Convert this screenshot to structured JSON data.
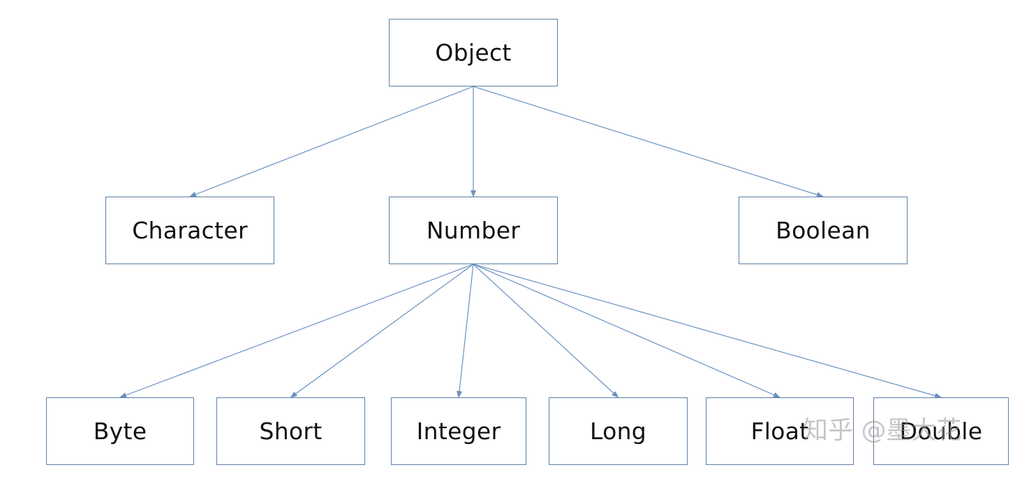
{
  "diagram": {
    "type": "class-hierarchy-tree",
    "line_color": "#6a90bd",
    "border_color": "#5b7fa6",
    "nodes": {
      "object": "Object",
      "character": "Character",
      "number": "Number",
      "boolean": "Boolean",
      "byte": "Byte",
      "short": "Short",
      "integer": "Integer",
      "long": "Long",
      "float": "Float",
      "double": "Double"
    },
    "edges": [
      [
        "object",
        "character"
      ],
      [
        "object",
        "number"
      ],
      [
        "object",
        "boolean"
      ],
      [
        "number",
        "byte"
      ],
      [
        "number",
        "short"
      ],
      [
        "number",
        "integer"
      ],
      [
        "number",
        "long"
      ],
      [
        "number",
        "float"
      ],
      [
        "number",
        "double"
      ]
    ]
  },
  "watermark": "知乎 @墨大花"
}
